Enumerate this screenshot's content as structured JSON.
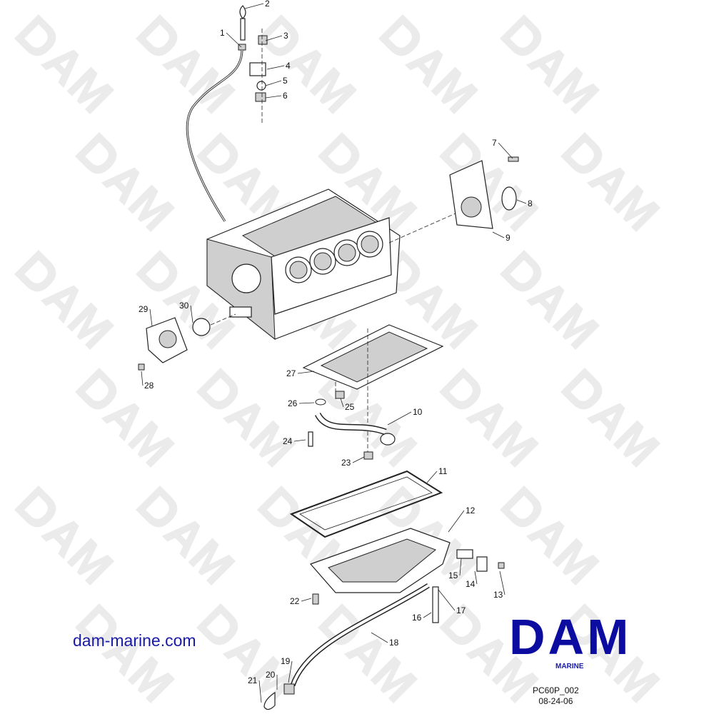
{
  "watermark": "DAM",
  "website": "dam-marine.com",
  "logo": {
    "text": "DAM",
    "subtitle": "MARINE",
    "color": "#0c0ca0"
  },
  "diagram_code": "PC60P_002",
  "diagram_date": "08-24-06",
  "callouts": [
    "1",
    "2",
    "3",
    "4",
    "5",
    "6",
    "7",
    "8",
    "9",
    "10",
    "11",
    "12",
    "13",
    "14",
    "15",
    "16",
    "17",
    "18",
    "19",
    "20",
    "21",
    "22",
    "23",
    "24",
    "25",
    "26",
    "27",
    "28",
    "29",
    "30"
  ]
}
